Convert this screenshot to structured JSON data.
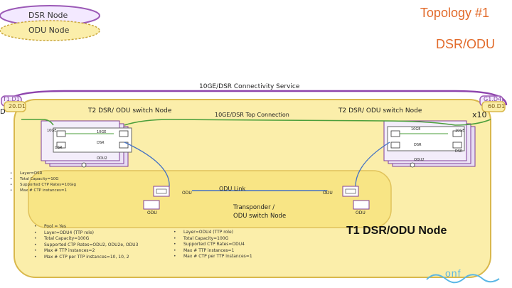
{
  "legend": {
    "dsr": "DSR Node",
    "odu": "ODU Node"
  },
  "header": {
    "title": "Topology #1",
    "subtitle": "DSR/ODU"
  },
  "service": {
    "label": "10GE/DSR Connectivity Service"
  },
  "top_connection": {
    "label": "10GE/DSR Top Connection"
  },
  "edge_labels": {
    "left_a": "T1.D1",
    "left_b": "20.D1",
    "right_a": "G1.D4",
    "right_b": "60.D1",
    "left_cut": "D",
    "right_count": "x10"
  },
  "t2_left": {
    "title": "T2 DSR/ ODU switch Node",
    "port_10g": "10GE",
    "port_10g_b": "10GE",
    "dsr": "DSR",
    "dsr_b": "DSR",
    "odu2": "ODU2"
  },
  "t2_right": {
    "title": "T2 DSR/ ODU switch Node",
    "port_10g": "10GE",
    "port_10g_b": "10GE",
    "dsr": "DSR",
    "dsr_b": "DSR",
    "odu2": "ODU2"
  },
  "dsr_props": [
    "Layer=DSR",
    "Total Capacity=10G",
    "Supported CTP Rates=10Gig",
    "Max # CTP instances=1"
  ],
  "odu_link": {
    "label": "ODU Link",
    "left_odu": "ODU",
    "right_odu": "ODU"
  },
  "pools": {
    "left": "ODU",
    "right": "ODU"
  },
  "transponder": {
    "line1": "Transponder /",
    "line2": "ODU switch Node"
  },
  "props_left": [
    "Pool = Yes",
    "Layer=ODU4 (TTP role)",
    "Total Capacity=100G",
    "Supported CTP Rates=ODU2, ODU2e, ODU3",
    "Max # TTP instances=2",
    "Max # CTP per TTP instances=10, 10, 2"
  ],
  "props_right": [
    "Layer=ODU4 (TTP role)",
    "Total Capacity=100G",
    "Supported CTP Rates=ODU4",
    "Max # TTP instances=1",
    "Max # CTP per TTP instances=1"
  ],
  "t1": {
    "title": "T1 DSR/ODU Node"
  },
  "logo": {
    "text": "onf"
  },
  "colors": {
    "yellow_fill": "#fbeeaa",
    "yellow_border": "#d9b84c",
    "purple": "#7f3f98",
    "blue_line": "#4472c4",
    "green_line": "#4a9e3a",
    "title_orange": "#e26b2b"
  }
}
